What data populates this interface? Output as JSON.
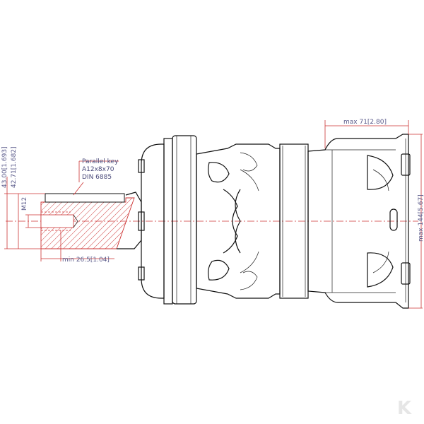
{
  "dimensions": {
    "key_height_a": "43.00[1.693]",
    "key_height_b": "42.71[1.682]",
    "thread": "M12",
    "min_length": "min  26.5[1.04]",
    "max_width": "max  71[2.80]",
    "max_height": "max  144[5.67]"
  },
  "callout": {
    "line1": "Parallel  key",
    "line2": "A12x8x70",
    "line3": "DIN  6885"
  },
  "watermark": "K",
  "colors": {
    "dimension": "#cc3333",
    "hatch": "#cc3333",
    "outline": "#111111",
    "text": "#5a5a8a"
  }
}
